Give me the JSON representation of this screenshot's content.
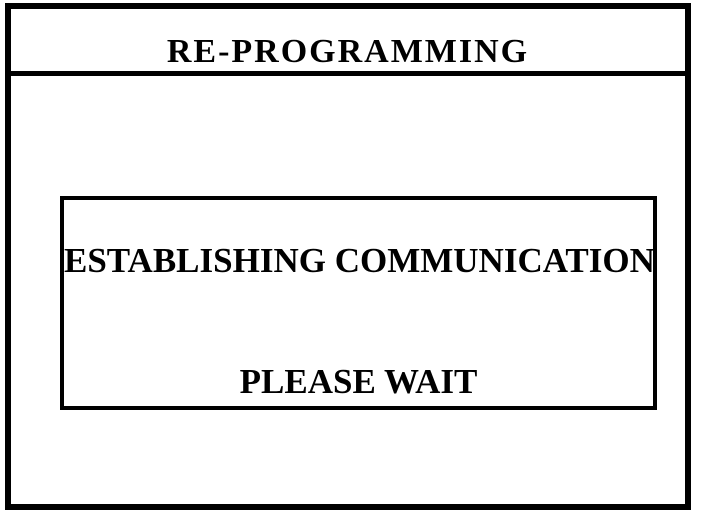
{
  "window": {
    "title": "RE-PROGRAMMING"
  },
  "dialog": {
    "message": "ESTABLISHING COMMUNICATION",
    "status": "PLEASE WAIT"
  },
  "colors": {
    "foreground": "#000000",
    "background": "#ffffff"
  }
}
